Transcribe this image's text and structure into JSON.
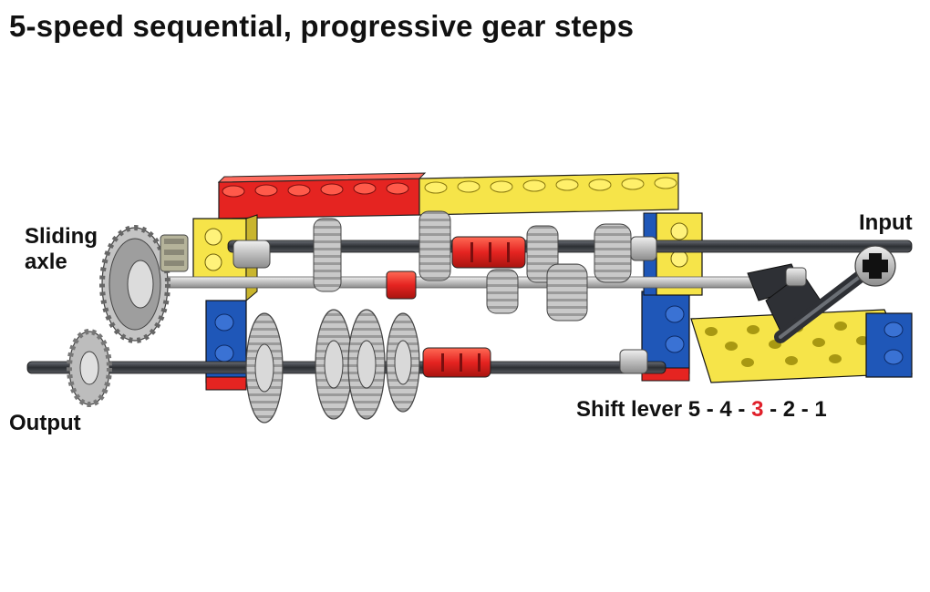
{
  "title": "5-speed sequential, progressive gear steps",
  "labels": {
    "sliding_axle_line1": "Sliding",
    "sliding_axle_line2": "axle",
    "output": "Output",
    "input": "Input",
    "shift_lever_prefix": "Shift lever 5 - 4 - ",
    "shift_lever_current": "3",
    "shift_lever_suffix": " - 2 - 1"
  },
  "colors": {
    "red": "#e52421",
    "yellow": "#f6e449",
    "blue": "#1f57b8",
    "gear_gray": "#c7c7c7",
    "axle_dark": "#3a3d42",
    "highlight": "#e0202a"
  }
}
